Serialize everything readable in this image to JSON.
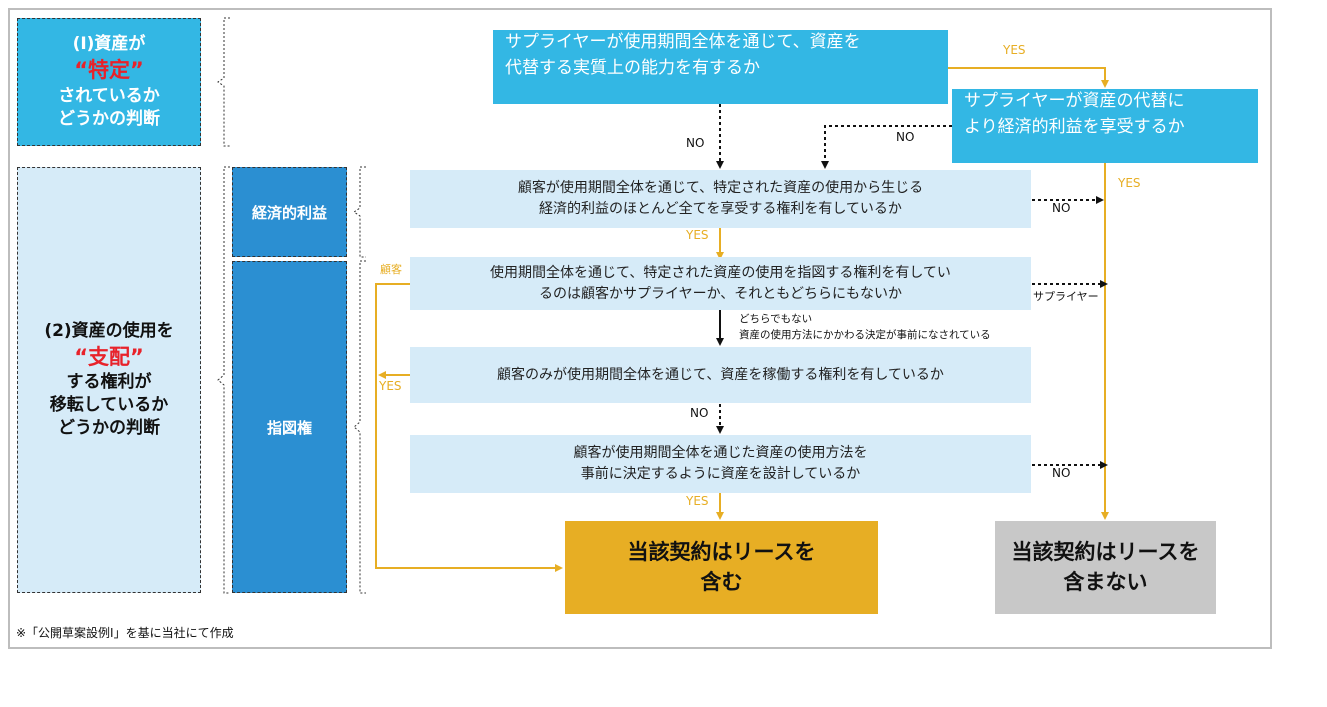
{
  "category1": {
    "prefix": "(I)資産が",
    "highlight": "“特定”",
    "suffix1": "されているか",
    "suffix2": "どうかの判断"
  },
  "category2": {
    "prefix": "(2)資産の使用を",
    "highlight": "“支配”",
    "suffix1": "する権利が",
    "suffix2": "移転しているか",
    "suffix3": "どうかの判断"
  },
  "subcategories": {
    "economic": "経済的利益",
    "direction": "指図権"
  },
  "questions": {
    "q1": {
      "line1": "サプライヤーが使用期間全体を通じて、資産を",
      "line2": "代替する実質上の能力を有するか"
    },
    "q2": {
      "line1": "サプライヤーが資産の代替に",
      "line2": "より経済的利益を享受するか"
    },
    "q3": {
      "line1": "顧客が使用期間全体を通じて、特定された資産の使用から生じる",
      "line2": "経済的利益のほとんど全てを享受する権利を有しているか"
    },
    "q4": {
      "line1": "使用期間全体を通じて、特定された資産の使用を指図する権利を有してい",
      "line2": "るのは顧客かサプライヤーか、それともどちらにもないか"
    },
    "q5": {
      "line1": "顧客のみが使用期間全体を通じて、資産を稼働する権利を有しているか"
    },
    "q6": {
      "line1": "顧客が使用期間全体を通じた資産の使用方法を",
      "line2": "事前に決定するように資産を設計しているか"
    }
  },
  "results": {
    "contains": {
      "line1": "当該契約はリースを",
      "line2": "含む"
    },
    "not_contains": {
      "line1": "当該契約はリースを",
      "line2": "含まない"
    }
  },
  "labels": {
    "yes": "YES",
    "no": "NO",
    "customer": "顧客",
    "supplier": "サプライヤー",
    "neither_1": "どちらでもない",
    "neither_2": "資産の使用方法にかかわる決定が事前になされている"
  },
  "footnote": "※「公開草案設例Ⅰ」を基に当社にて作成",
  "colors": {
    "accent_blue": "#33b7e4",
    "light_blue": "#d6ebf8",
    "mid_blue": "#2b8fd2",
    "yes_gold": "#e7ae24",
    "no_gray": "#c8c8c8",
    "highlight_red": "#e8222a"
  }
}
